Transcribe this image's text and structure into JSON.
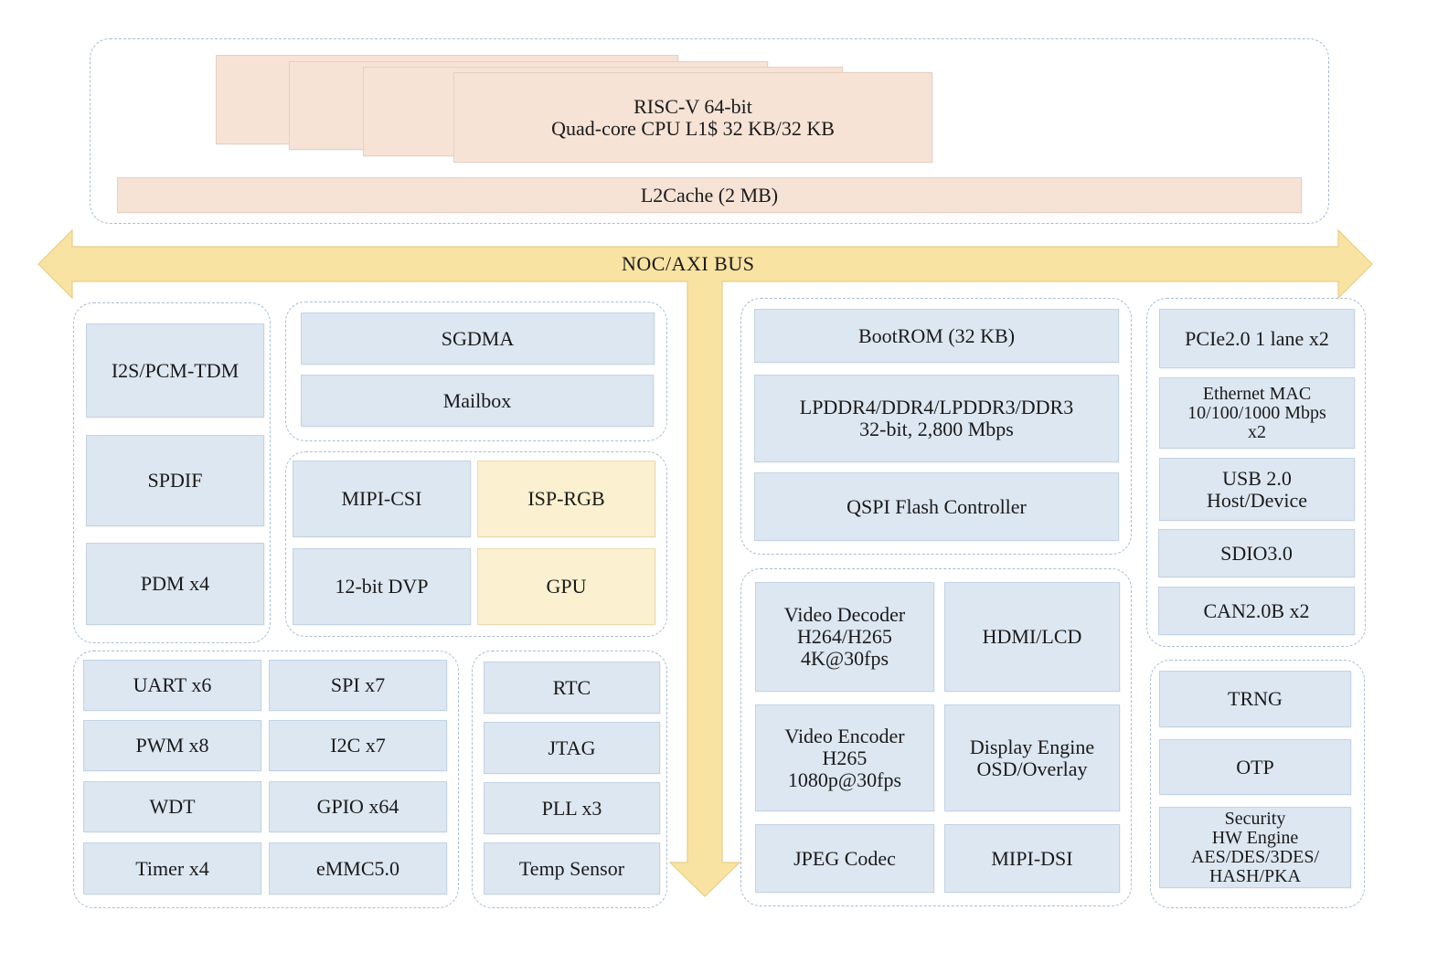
{
  "cpu": {
    "title": "RISC-V 64-bit",
    "subtitle": "Quad-core CPU L1$ 32 KB/32 KB",
    "l2_cache": "L2Cache (2 MB)"
  },
  "bus": {
    "label": "NOC/AXI BUS"
  },
  "colors": {
    "block_blue": "#dde7f1",
    "block_yellow": "#fbf0cf",
    "block_peach": "#f6e3d6",
    "bus_yellow": "#f9e3a3",
    "group_border": "#a9bdd3"
  },
  "audio": {
    "i2s": "I2S/PCM-TDM",
    "spdif": "SPDIF",
    "pdm": "PDM x4"
  },
  "dma": {
    "sgdma": "SGDMA",
    "mailbox": "Mailbox"
  },
  "media_in": {
    "mipi_csi": "MIPI-CSI",
    "isp": "ISP-RGB",
    "dvp": "12-bit DVP",
    "gpu": "GPU"
  },
  "peripherals": {
    "uart": "UART x6",
    "spi": "SPI x7",
    "pwm": "PWM x8",
    "i2c": "I2C x7",
    "wdt": "WDT",
    "gpio": "GPIO x64",
    "timer": "Timer x4",
    "emmc": "eMMC5.0"
  },
  "system": {
    "rtc": "RTC",
    "jtag": "JTAG",
    "pll": "PLL x3",
    "temp": "Temp Sensor"
  },
  "memory": {
    "bootrom": "BootROM (32 KB)",
    "ddr": "LPDDR4/DDR4/LPDDR3/DDR3\n32-bit, 2,800 Mbps",
    "qspi": "QSPI Flash Controller"
  },
  "video": {
    "decoder": "Video Decoder\nH264/H265\n4K@30fps",
    "hdmi": "HDMI/LCD",
    "encoder": "Video Encoder\nH265\n1080p@30fps",
    "display": "Display Engine\nOSD/Overlay",
    "jpeg": "JPEG Codec",
    "mipi_dsi": "MIPI-DSI"
  },
  "connectivity": {
    "pcie": "PCIe2.0 1 lane x2",
    "ethernet": "Ethernet MAC\n10/100/1000 Mbps\nx2",
    "usb": "USB 2.0\nHost/Device",
    "sdio": "SDIO3.0",
    "can": "CAN2.0B x2"
  },
  "security": {
    "trng": "TRNG",
    "otp": "OTP",
    "engine": "Security\nHW Engine\nAES/DES/3DES/\nHASH/PKA"
  }
}
